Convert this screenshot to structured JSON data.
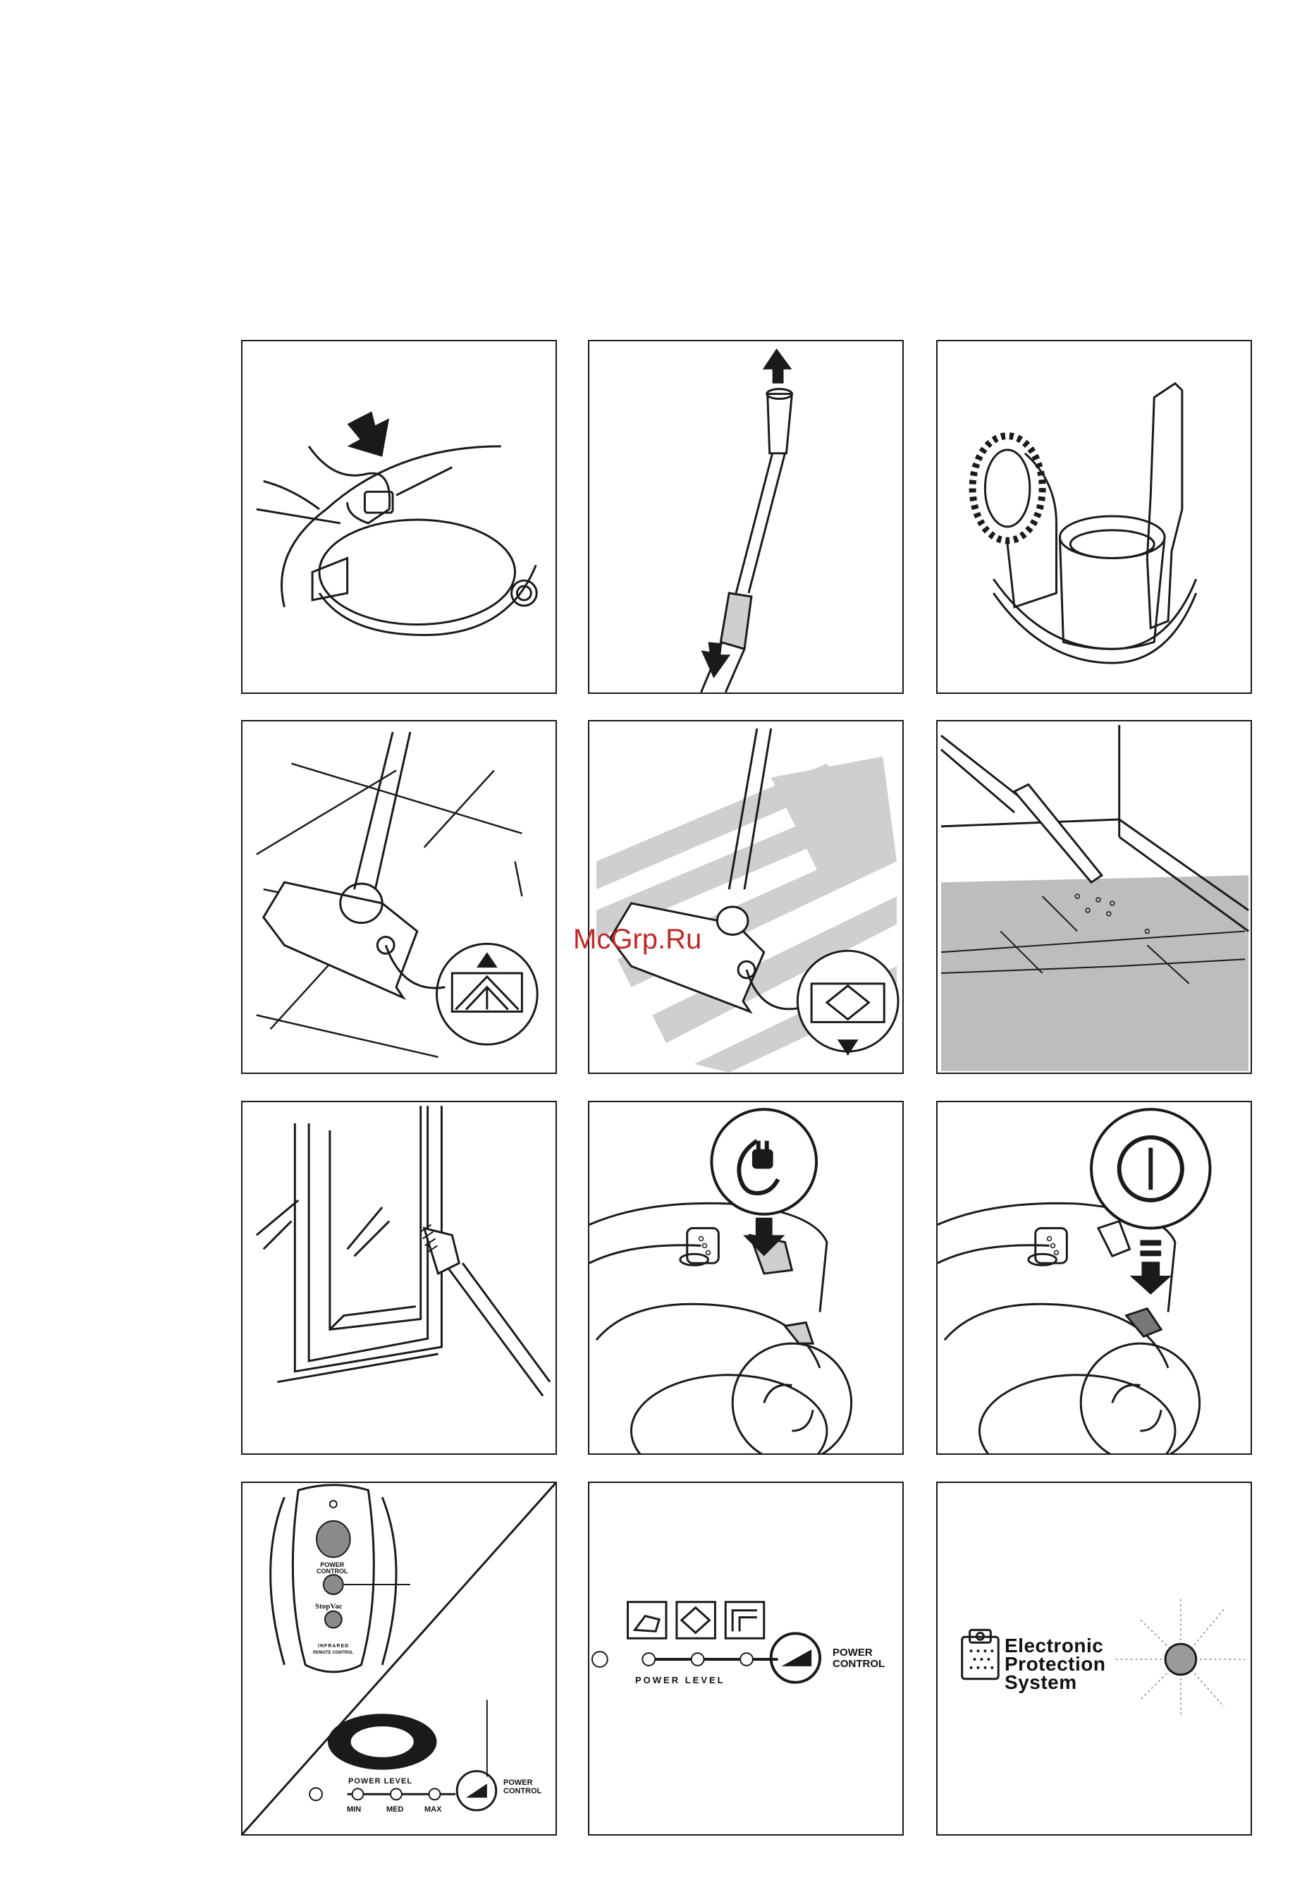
{
  "watermark": "McGrp.Ru",
  "remote": {
    "power_control": "POWER\nCONTROL",
    "stopvac": "StopVac",
    "infrared": "INFRARED",
    "remote_control": "REMOTE CONTROL",
    "power_level": "POWER LEVEL",
    "levels": [
      "MIN",
      "MED",
      "MAX"
    ],
    "power_control_label": "POWER\nCONTROL"
  },
  "panel_power": {
    "power_level": "POWER LEVEL",
    "power_control": "POWER\nCONTROL"
  },
  "eps": {
    "label": "Electronic\nProtection\nSystem"
  },
  "colors": {
    "line": "#1a1a1a",
    "grey": "#cfcfcf",
    "floor": "#bdbdbd",
    "brand_red": "#c02828"
  }
}
